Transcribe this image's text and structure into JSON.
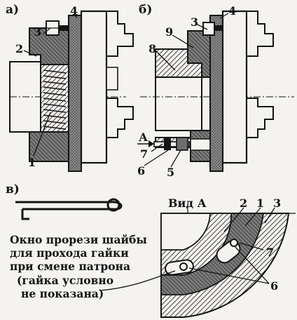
{
  "panels": {
    "a": "а)",
    "b": "б)",
    "v": "в)"
  },
  "view_label": "Вид А",
  "arrow_label": "А",
  "labels": {
    "a_1": "1",
    "a_2": "2",
    "a_3": "3",
    "a_4": "4",
    "b_3": "3",
    "b_4": "4",
    "b_5": "5",
    "b_6": "6",
    "b_7": "7",
    "b_8": "8",
    "b_9": "9",
    "c_1": "1",
    "c_2": "2",
    "c_3": "3",
    "c_6": "6",
    "c_7": "7"
  },
  "caption": {
    "line1": "Окно прорези шайбы",
    "line2": "для прохода гайки",
    "line3": "при смене патрона",
    "line4": "(гайка условно",
    "line5": "не показана)"
  },
  "colors": {
    "ink": "#141414",
    "paper": "#f4f3f0",
    "hatch_gray": "#6e6e6e"
  }
}
